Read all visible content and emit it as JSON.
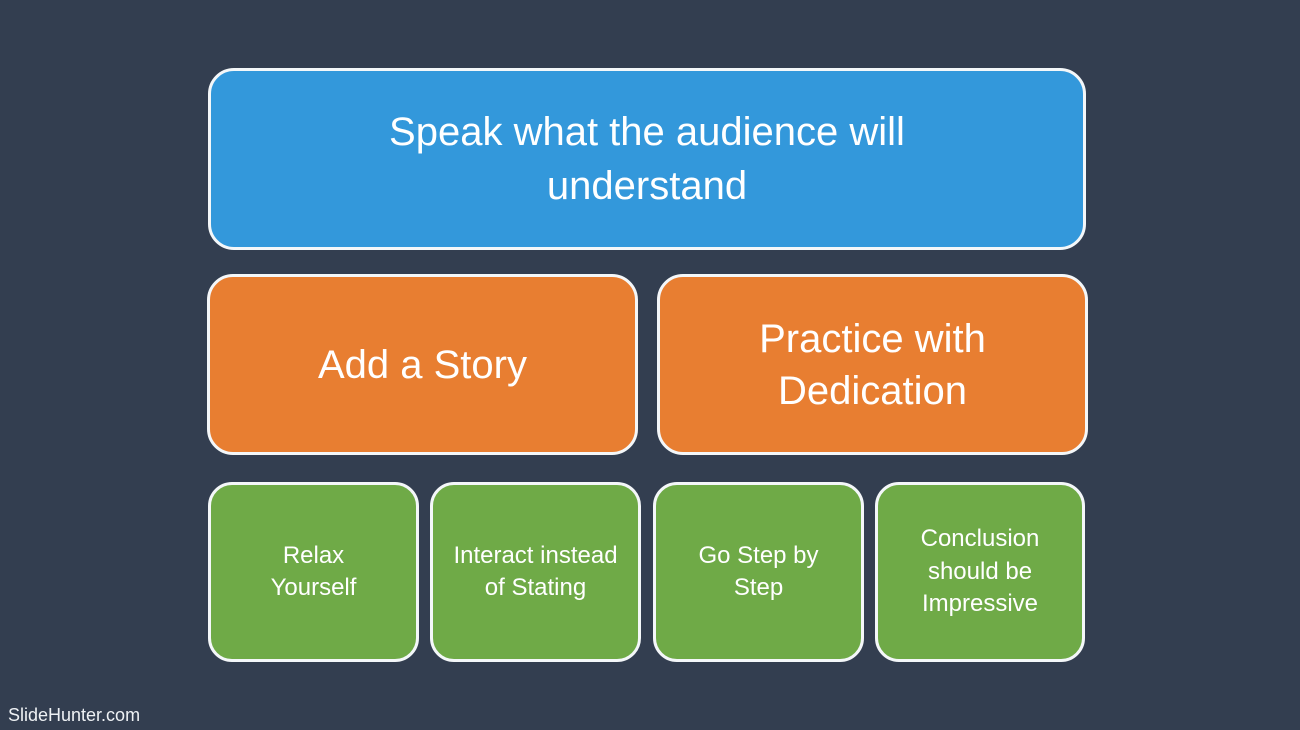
{
  "slide": {
    "background_color": "#333e50",
    "border_color": "#f4f7f9",
    "watermark": "SlideHunter.com",
    "boxes": {
      "top": {
        "label": "Speak what the audience will understand",
        "color": "#3398db"
      },
      "middle": [
        {
          "label": "Add a Story",
          "color": "#e87e31"
        },
        {
          "label": "Practice with Dedication",
          "color": "#e87e31"
        }
      ],
      "bottom": [
        {
          "label": "Relax Yourself",
          "color": "#6faa47"
        },
        {
          "label": "Interact instead of Stating",
          "color": "#6faa47"
        },
        {
          "label": "Go Step by Step",
          "color": "#6faa47"
        },
        {
          "label": "Conclusion should be Impressive",
          "color": "#6faa47"
        }
      ]
    }
  }
}
